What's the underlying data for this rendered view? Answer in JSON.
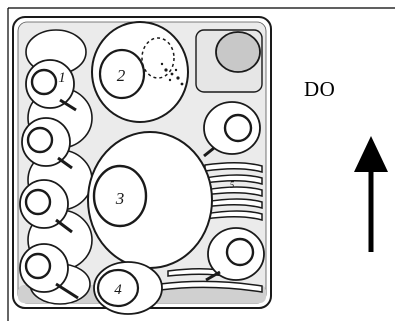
{
  "labels": {
    "plate_1": "1",
    "plate_2": "2",
    "plate_3": "3",
    "plate_4": "4",
    "plate_5": "5",
    "direction": "DO"
  },
  "colors": {
    "line": "#1a1a1a",
    "rack_shade": "#d0d0d0",
    "plate_shade": "#c8c8c8",
    "plate_fill": "#ffffff",
    "arrow": "#000000"
  },
  "icons": {
    "direction_arrow": "arrow-up-icon"
  }
}
